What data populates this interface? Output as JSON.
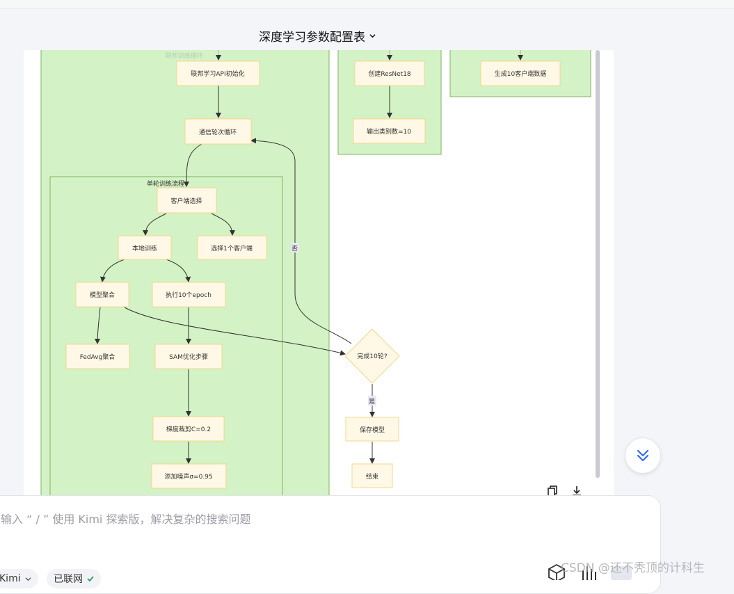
{
  "header": {
    "title": "深度学习参数配置表"
  },
  "diagram": {
    "clusters": {
      "federated_cut_label": "联邦训练循环",
      "single_round": "单轮训练流程"
    },
    "nodes": {
      "fed_api_init": "联邦学习API初始化",
      "comm_round_loop": "通信轮次循环",
      "client_select": "客户端选择",
      "local_train": "本地训练",
      "select_one_client": "选择1个客户端",
      "model_aggregate": "模型聚合",
      "run_epoch": "执行10个epoch",
      "fedavg": "FedAvg聚合",
      "sam_step": "SAM优化步骤",
      "grad_clip": "梯度裁剪C=0.2",
      "add_noise": "添加噪声σ=0.95",
      "create_resnet": "创建ResNet18",
      "output_classes": "输出类别数=10",
      "gen_client_data": "生成10客户端数据",
      "done_10_rounds": "完成10轮?",
      "save_model": "保存模型",
      "end": "结束"
    },
    "edge_labels": {
      "no": "否",
      "yes": "是"
    }
  },
  "input": {
    "placeholder": "输入 “ / ” 使用 Kimi 探索版，解决复杂的搜索问题",
    "model_chip": "Kimi",
    "network_chip": "已联网"
  },
  "watermark": "CSDN @还不秃顶的计科生",
  "icons": {
    "title_dropdown": "chevron-down-icon",
    "scroll_down": "double-chevron-down-icon",
    "copy": "copy-icon",
    "download": "download-icon"
  },
  "colors": {
    "cluster_fill": "#d3f2c5",
    "cluster_stroke": "#82b366",
    "node_fill": "#fff8e6",
    "node_stroke": "#f5d78a",
    "accent": "#2f6bff"
  }
}
